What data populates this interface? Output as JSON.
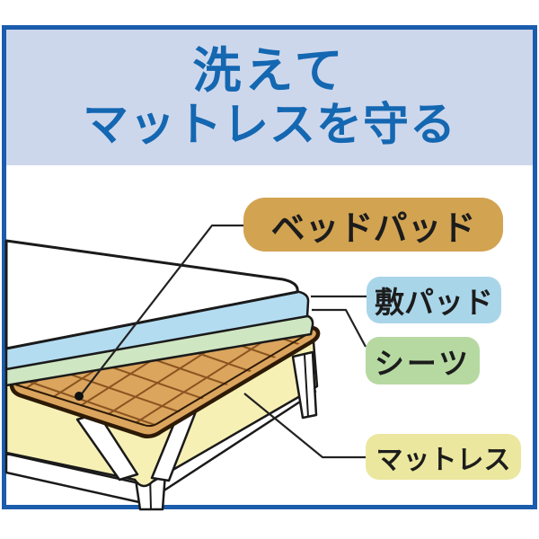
{
  "title": {
    "line1": "洗えて",
    "line2": "マットレスを守る"
  },
  "labels": {
    "bed_pad": "ベッドパッド",
    "shiki_pad": "敷パッド",
    "sheet": "シーツ",
    "mattress": "マットレス"
  },
  "colors": {
    "frame_border": "#1b5dad",
    "header_bg": "#cdd7ec",
    "title_text": "#1467b1",
    "bed_pad_label_bg": "#d2a351",
    "shiki_pad_label_bg": "#a9d5e9",
    "sheet_label_bg": "#b6d9a2",
    "mattress_label_bg": "#ebe79e",
    "bed_pad_fill": "#dba55e",
    "quilt_line": "#8a5420",
    "mattress_fill": "#f6f0b5",
    "shiki_pad_layer": "#b3dcf1",
    "sheet_layer": "#cfe6c2",
    "frame_wood": "#ffffff",
    "outline": "#1a1a1a"
  },
  "diagram": {
    "description": "Exploded bedding-layer diagram: bed pad, shiki pad, sheet and mattress on a bed frame",
    "callouts": [
      "bed_pad",
      "shiki_pad",
      "sheet",
      "mattress"
    ]
  }
}
